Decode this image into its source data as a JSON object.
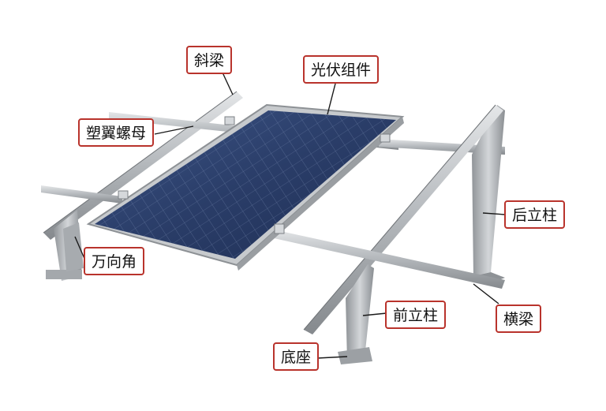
{
  "labels": {
    "inclined_beam": "斜梁",
    "pv_module": "光伏组件",
    "plastic_wing_nut": "塑翼螺母",
    "universal_angle": "万向角",
    "rear_column": "后立柱",
    "front_column": "前立柱",
    "cross_beam": "横梁",
    "base": "底座"
  },
  "colors": {
    "label_border": "#b9332c",
    "leader_line": "#1a1a1a",
    "rail_metal": "#b8bcc0",
    "panel_cell": "#2f4470"
  }
}
